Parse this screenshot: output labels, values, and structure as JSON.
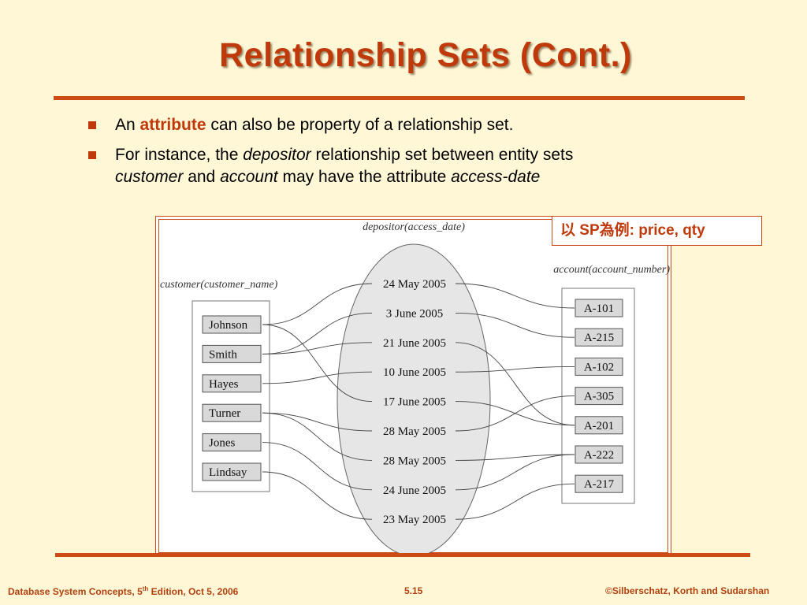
{
  "title": "Relationship Sets (Cont.)",
  "bullets": [
    {
      "pre": "An ",
      "accent": "attribute",
      "post": " can also be property of a relationship set."
    },
    {
      "line1_a": "For instance, the ",
      "line1_b": "depositor",
      "line1_c": " relationship set between entity sets",
      "line2_a": "customer",
      "line2_b": " and ",
      "line2_c": "account",
      "line2_d": " may have the attribute ",
      "line2_e": "access-date"
    }
  ],
  "note": "以 SP為例: price, qty",
  "diagram": {
    "relationship_label": "depositor(access_date)",
    "customer_label": "customer(customer_name)",
    "account_label": "account(account_number)",
    "customers": [
      "Johnson",
      "Smith",
      "Hayes",
      "Turner",
      "Jones",
      "Lindsay"
    ],
    "dates": [
      "24 May 2005",
      "3 June 2005",
      "21 June 2005",
      "10 June 2005",
      "17 June 2005",
      "28 May 2005",
      "28 May 2005",
      "24 June 2005",
      "23 May 2005"
    ],
    "accounts": [
      "A-101",
      "A-215",
      "A-102",
      "A-305",
      "A-201",
      "A-222",
      "A-217"
    ],
    "links": [
      {
        "customer": 0,
        "date": 0,
        "account": 0
      },
      {
        "customer": 1,
        "date": 1,
        "account": 1
      },
      {
        "customer": 1,
        "date": 2,
        "account": 4
      },
      {
        "customer": 2,
        "date": 3,
        "account": 2
      },
      {
        "customer": 0,
        "date": 4,
        "account": 4
      },
      {
        "customer": 3,
        "date": 5,
        "account": 3
      },
      {
        "customer": 3,
        "date": 6,
        "account": 5
      },
      {
        "customer": 4,
        "date": 7,
        "account": 5
      },
      {
        "customer": 5,
        "date": 8,
        "account": 6
      }
    ]
  },
  "footer": {
    "left_a": "Database System Concepts, 5",
    "left_sup": "th",
    "left_b": " Edition, Oct 5,  2006",
    "center": "5.15",
    "right": "©Silberschatz, Korth and Sudarshan"
  },
  "colors": {
    "accent": "#c0390b",
    "background": "#fff7d6",
    "rule": "#cc4a14"
  }
}
